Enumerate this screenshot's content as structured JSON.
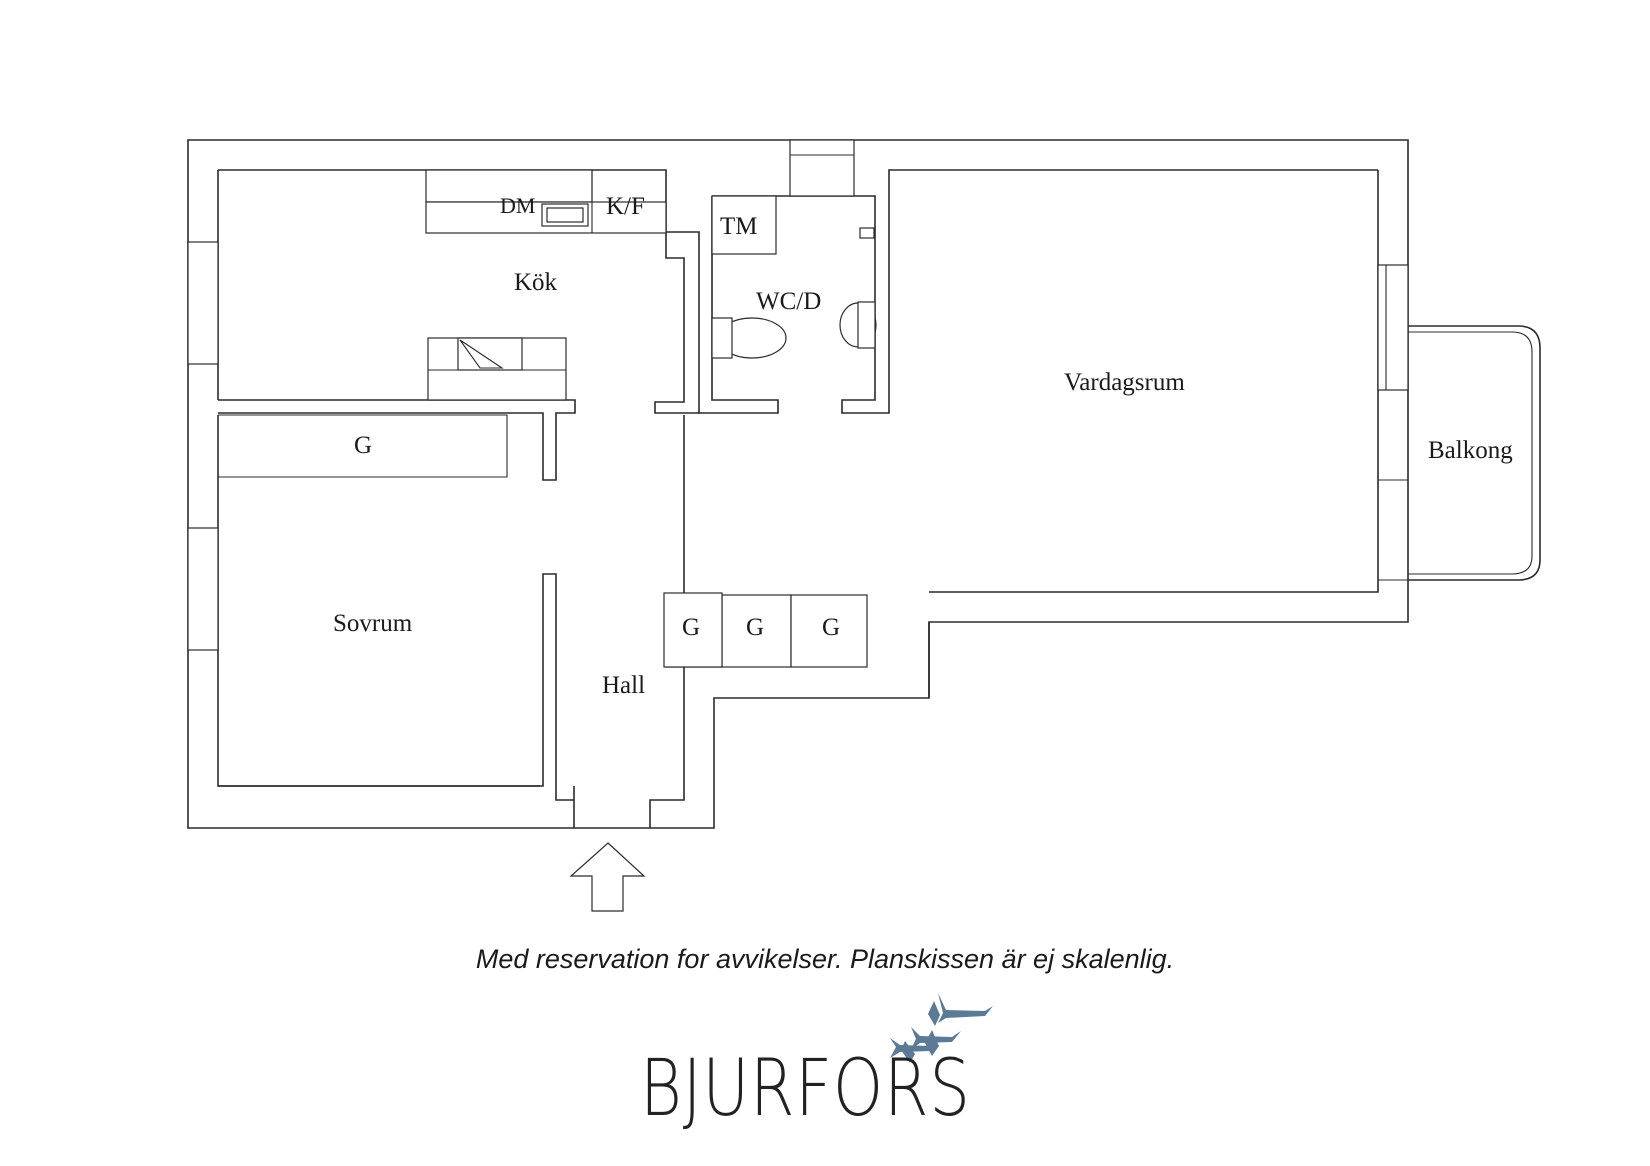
{
  "rooms": {
    "kok": "Kök",
    "wc_d": "WC/D",
    "vardagsrum": "Vardagsrum",
    "balkong": "Balkong",
    "sovrum": "Sovrum",
    "hall": "Hall"
  },
  "fixtures": {
    "dm": "DM",
    "kf": "K/F",
    "tm": "TM",
    "g_hall_1": "G",
    "g_hall_2": "G",
    "g_hall_3": "G",
    "g_closet": "G"
  },
  "disclaimer": "Med reservation for avvikelser. Planskissen är ej skalenlig.",
  "brand": {
    "name": "BJURFORS",
    "logo_color": "#5b7a95"
  },
  "icons": [
    "entrance-arrow-icon",
    "bird-logo-icon",
    "toilet-icon",
    "sink-icon",
    "tap-icon",
    "stove-icon"
  ]
}
